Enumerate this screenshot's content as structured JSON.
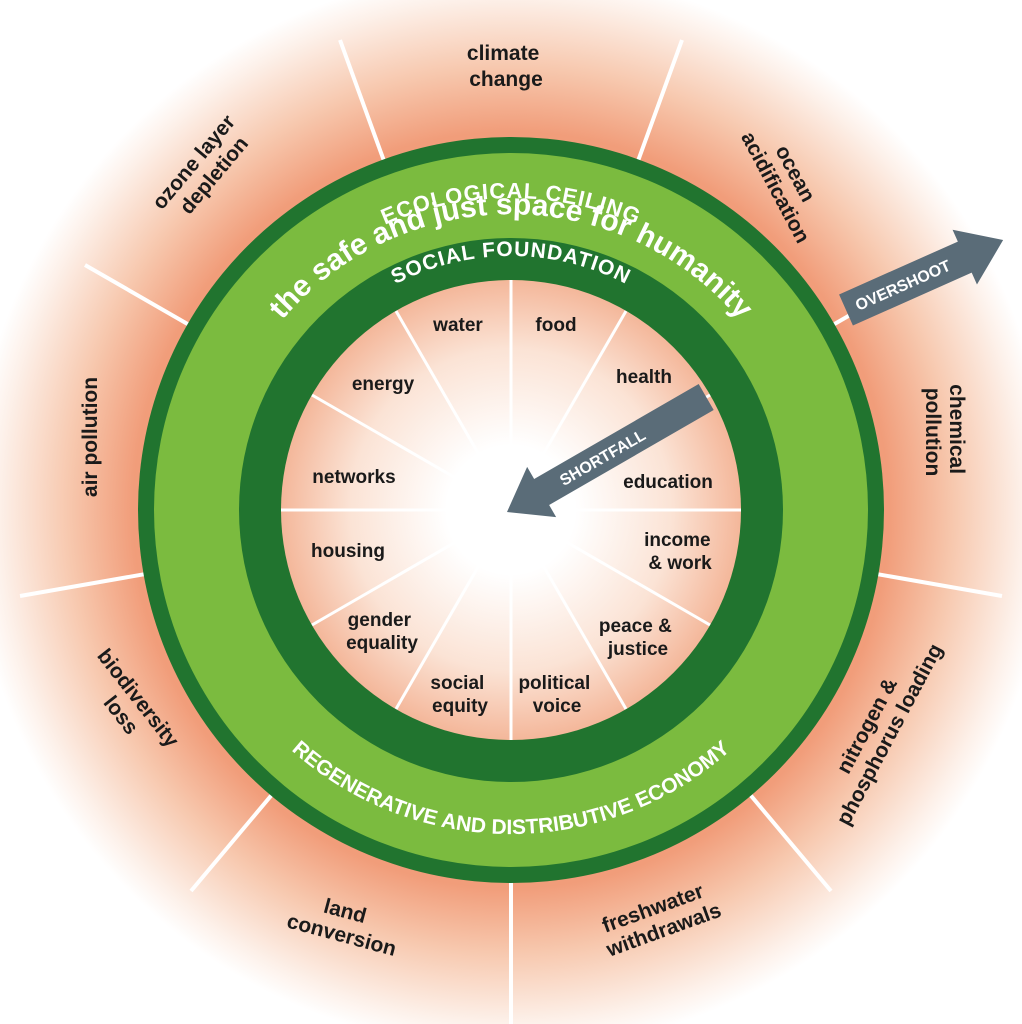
{
  "rings": {
    "ecological_ceiling": "ECOLOGICAL CEILING",
    "safe_space": "the safe and just space for humanity",
    "social_foundation": "SOCIAL FOUNDATION",
    "economy": "REGENERATIVE AND DISTRIBUTIVE ECONOMY"
  },
  "arrows": {
    "overshoot": "OVERSHOOT",
    "shortfall": "SHORTFALL"
  },
  "ecological_ceiling": {
    "climate_change": [
      "climate",
      "change"
    ],
    "ocean_acidification": [
      "ocean",
      "acidification"
    ],
    "chemical_pollution": [
      "chemical",
      "pollution"
    ],
    "nitrogen_phosphorus": [
      "nitrogen &",
      "phosphorus loading"
    ],
    "freshwater": [
      "freshwater",
      "withdrawals"
    ],
    "land_conversion": [
      "land",
      "conversion"
    ],
    "biodiversity": [
      "biodiversity",
      "loss"
    ],
    "air_pollution": [
      "air pollution"
    ],
    "ozone": [
      "ozone layer",
      "depletion"
    ]
  },
  "social_foundation": {
    "water": [
      "water"
    ],
    "food": [
      "food"
    ],
    "health": [
      "health"
    ],
    "education": [
      "education"
    ],
    "income_work": [
      "income",
      "& work"
    ],
    "peace_justice": [
      "peace &",
      "justice"
    ],
    "political_voice": [
      "political",
      "voice"
    ],
    "social_equity": [
      "social",
      "equity"
    ],
    "gender_equality": [
      "gender",
      "equality"
    ],
    "housing": [
      "housing"
    ],
    "networks": [
      "networks"
    ],
    "energy": [
      "energy"
    ]
  },
  "colors": {
    "dark_green": "#21742f",
    "light_green": "#7bbb3f",
    "outer_glow": "#f4b393",
    "arrow": "#5a6c78"
  }
}
